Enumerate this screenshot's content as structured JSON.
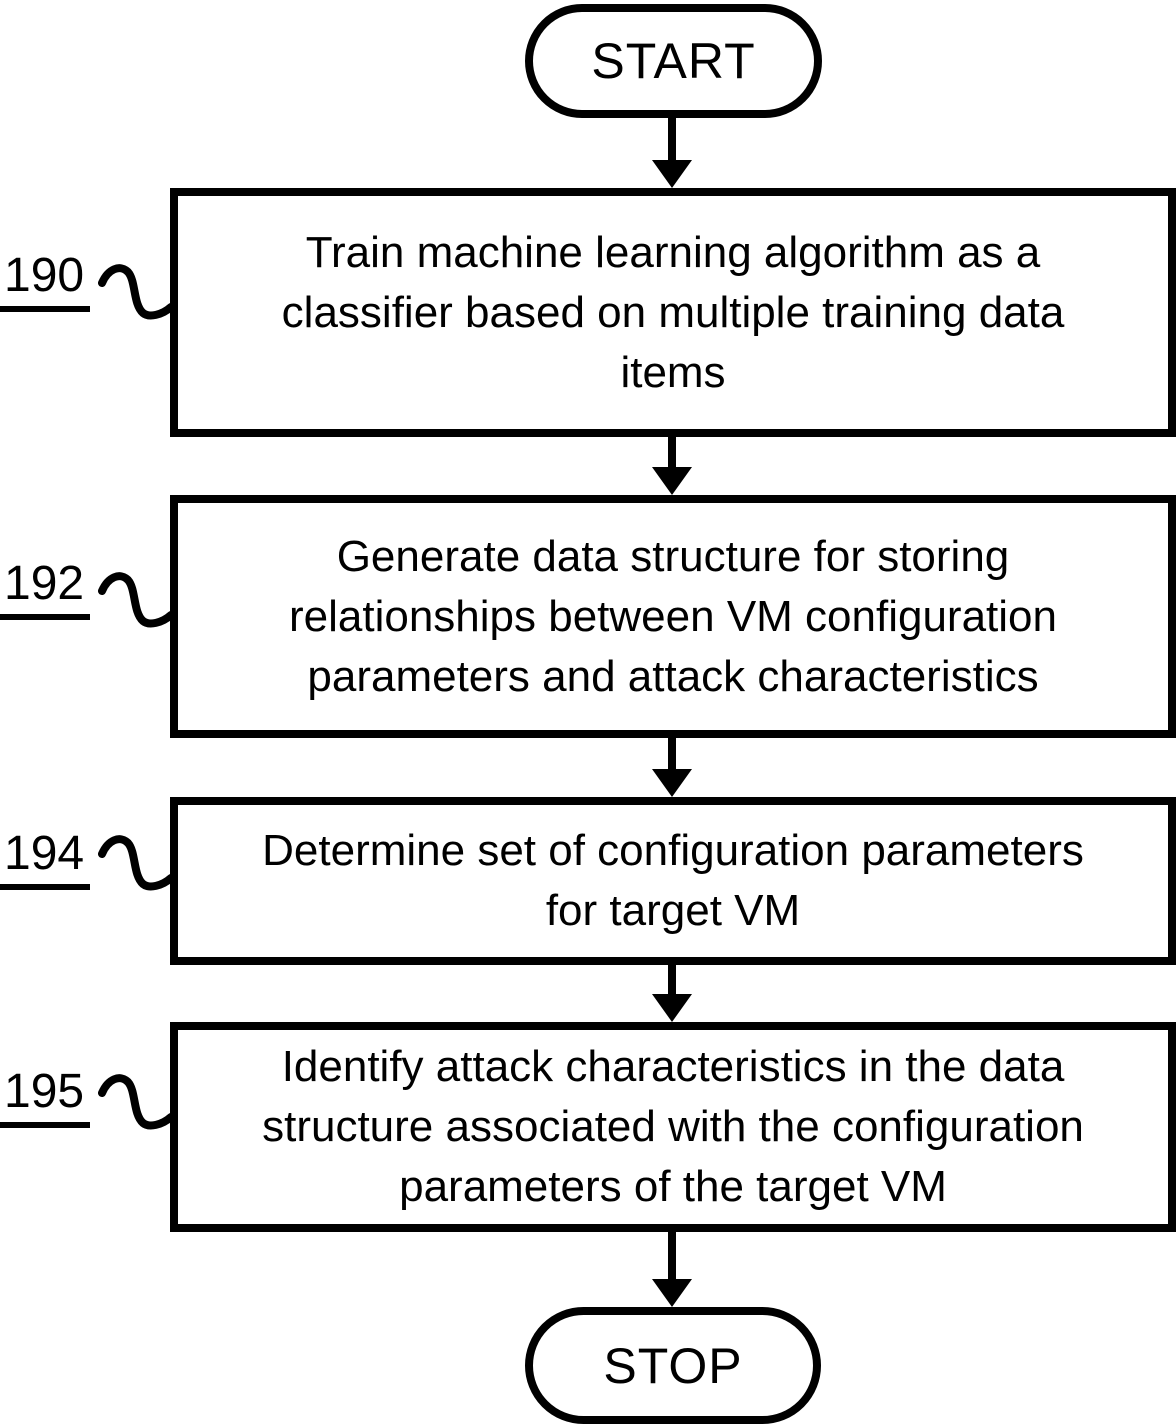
{
  "diagram": {
    "type": "flowchart",
    "start_label": "START",
    "stop_label": "STOP",
    "steps": [
      {
        "ref": "190",
        "text": "Train machine learning algorithm as a classifier based on multiple training data items",
        "lines": [
          "Train machine learning algorithm as a",
          "classifier based on multiple training data",
          "items"
        ]
      },
      {
        "ref": "192",
        "text": "Generate data structure for storing relationships between VM configuration parameters and attack characteristics",
        "lines": [
          "Generate data structure for storing",
          "relationships between VM configuration",
          "parameters and attack characteristics"
        ]
      },
      {
        "ref": "194",
        "text": "Determine set of configuration parameters for target VM",
        "lines": [
          "Determine set of configuration parameters",
          "for target VM"
        ]
      },
      {
        "ref": "195",
        "text": "Identify attack characteristics in the data structure associated with the configuration parameters of the target VM",
        "lines": [
          "Identify attack characteristics in the data",
          "structure associated with the configuration",
          "parameters of the target VM"
        ]
      }
    ],
    "colors": {
      "ink": "#000000",
      "background": "#ffffff"
    }
  }
}
